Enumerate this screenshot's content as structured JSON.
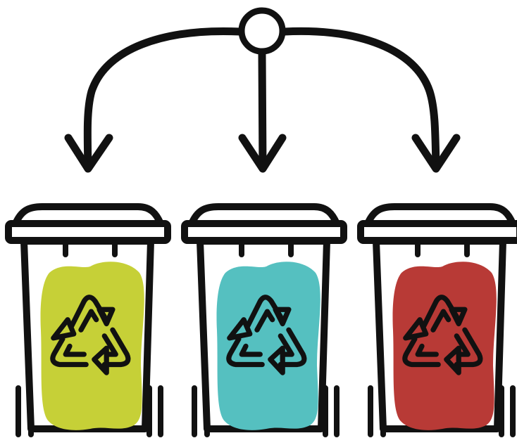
{
  "diagram": {
    "source_node": {
      "shape": "circle"
    },
    "arrows": [
      {
        "to": "bin-yellow-green"
      },
      {
        "to": "bin-teal"
      },
      {
        "to": "bin-red"
      }
    ],
    "bins": [
      {
        "id": "bin-yellow-green",
        "color": "#c6d037",
        "icon": "recycle-icon"
      },
      {
        "id": "bin-teal",
        "color": "#55c0c0",
        "icon": "recycle-icon"
      },
      {
        "id": "bin-red",
        "color": "#b83a36",
        "icon": "recycle-icon"
      }
    ],
    "stroke_color": "#111111"
  }
}
